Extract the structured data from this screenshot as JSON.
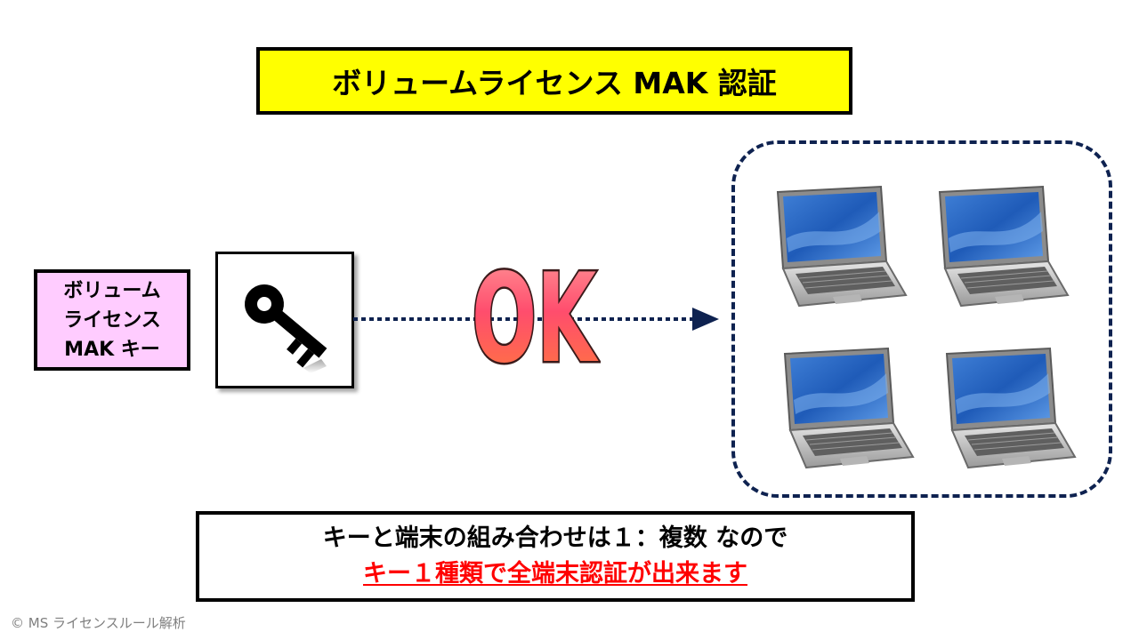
{
  "title": "ボリュームライセンス MAK 認証",
  "mak_label": {
    "line1": "ボリューム",
    "line2": "ライセンス",
    "line3": "MAK キー"
  },
  "ok_text": "OK",
  "bottom": {
    "line1": "キーと端末の組み合わせは１：複数 なので",
    "line2": "キー１種類で全端末認証が出来ます"
  },
  "copyright": "© MS ライセンスルール解析",
  "colors": {
    "title_bg": "#ffff00",
    "label_bg": "#ffccff",
    "arrow": "#0e2250",
    "emphasis": "#ff0000"
  },
  "icons": [
    "key-icon",
    "laptop-icon"
  ]
}
